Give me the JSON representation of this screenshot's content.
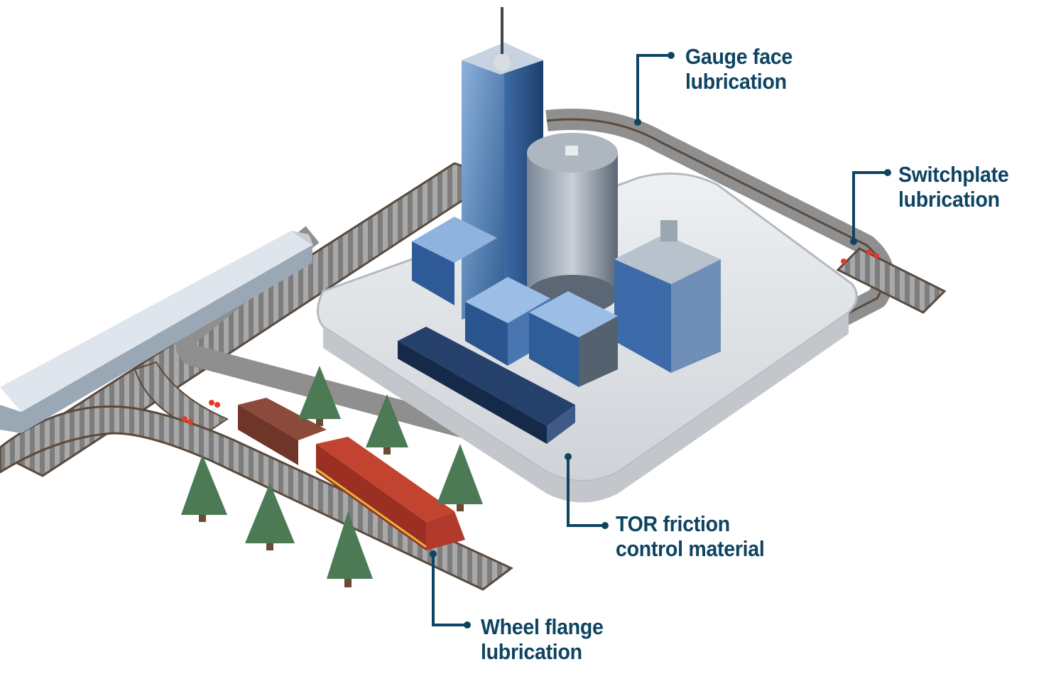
{
  "callouts": {
    "gauge_face": {
      "line1": "Gauge face",
      "line2": "lubrication"
    },
    "switchplate": {
      "line1": "Switchplate",
      "line2": "lubrication"
    },
    "tor_friction": {
      "line1": "TOR friction",
      "line2": "control material"
    },
    "wheel_flange": {
      "line1": "Wheel flange",
      "line2": "lubrication"
    }
  },
  "colors": {
    "callout_text": "#0e4462",
    "leader_line": "#0e4462",
    "rail": "#5a4a3c",
    "sleeper": "#8f8f8f",
    "platform": "#dfe1e4",
    "glass_tower": "#5b86b8",
    "freight_loco": "#b23a2a",
    "passenger_train": "#c9d2dc",
    "tree": "#4c7a55",
    "lubrication_point": "#e53a2a"
  }
}
